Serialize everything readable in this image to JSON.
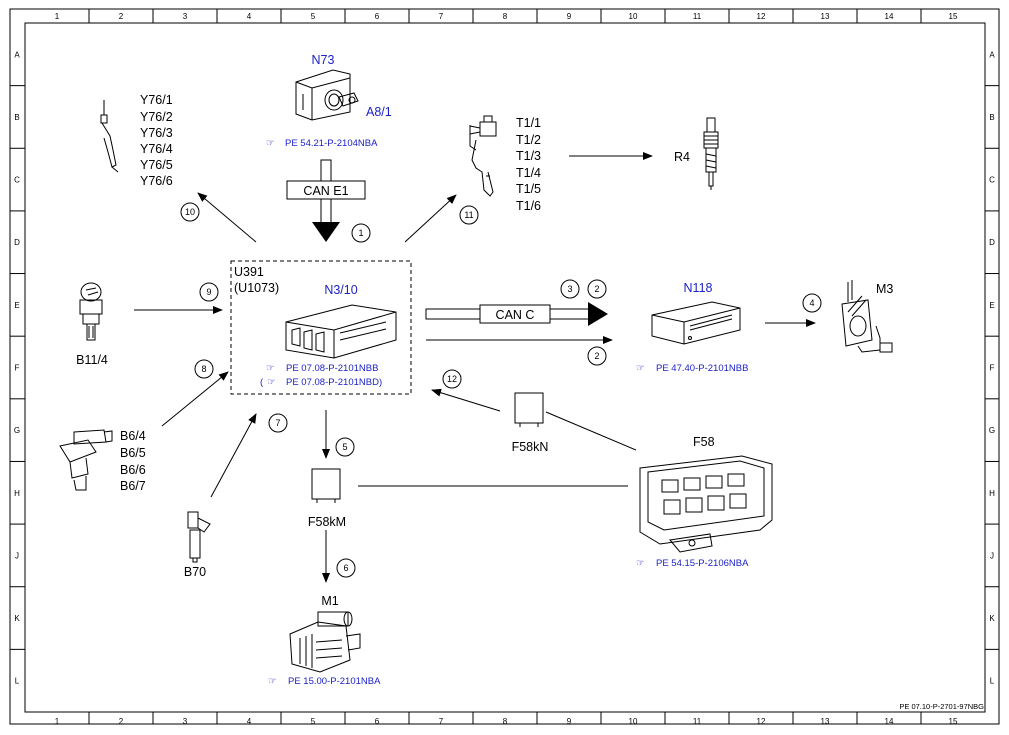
{
  "border": {
    "columns": [
      "1",
      "2",
      "3",
      "4",
      "5",
      "6",
      "7",
      "8",
      "9",
      "10",
      "11",
      "12",
      "13",
      "14",
      "15"
    ],
    "rows": [
      "A",
      "B",
      "C",
      "D",
      "E",
      "F",
      "G",
      "H",
      "J",
      "K",
      "L"
    ]
  },
  "components": {
    "n73": "N73",
    "a81": "A8/1",
    "n73_ref": "PE 54.21-P-2104NBA",
    "y76": [
      "Y76/1",
      "Y76/2",
      "Y76/3",
      "Y76/4",
      "Y76/5",
      "Y76/6"
    ],
    "t1": [
      "T1/1",
      "T1/2",
      "T1/3",
      "T1/4",
      "T1/5",
      "T1/6"
    ],
    "r4": "R4",
    "u391": "U391",
    "u1073": "(U1073)",
    "n310": "N3/10",
    "n310_ref1": "PE 07.08-P-2101NBB",
    "n310_ref2_open": "(",
    "n310_ref2": "PE 07.08-P-2101NBD)",
    "b114": "B11/4",
    "n118": "N118",
    "n118_ref": "PE 47.40-P-2101NBB",
    "m3": "M3",
    "b6": [
      "B6/4",
      "B6/5",
      "B6/6",
      "B6/7"
    ],
    "b70": "B70",
    "f58km": "F58kM",
    "f58kn": "F58kN",
    "f58": "F58",
    "f58_ref": "PE 54.15-P-2106NBA",
    "m1": "M1",
    "m1_ref": "PE 15.00-P-2101NBA"
  },
  "buses": {
    "can_e1": "CAN E1",
    "can_c": "CAN C"
  },
  "steps": [
    "1",
    "2",
    "3",
    "4",
    "5",
    "6",
    "7",
    "8",
    "9",
    "10",
    "11",
    "12"
  ],
  "footer": {
    "doc_ref": "PE 07.10-P-2701-97NBG"
  }
}
